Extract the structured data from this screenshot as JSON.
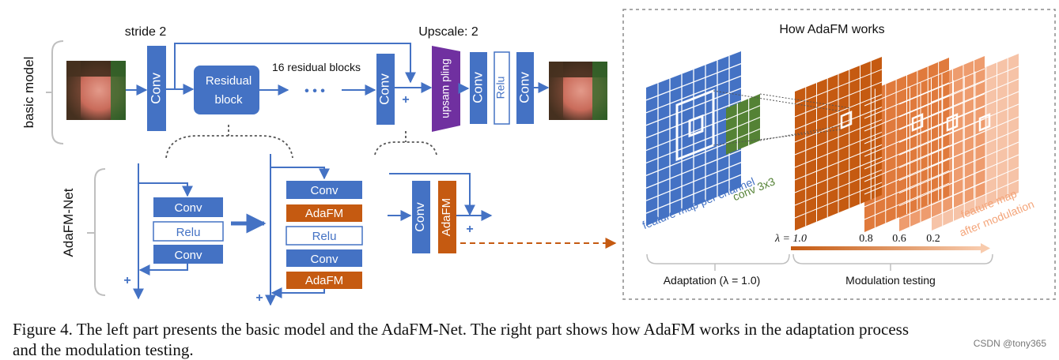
{
  "basic_model": {
    "side_label": "basic model",
    "stride_label": "stride 2",
    "conv_label": "Conv",
    "residual_block_label_line1": "Residual",
    "residual_block_label_line2": "block",
    "residual_count_label": "16 residual blocks",
    "ellipsis": "• • •",
    "conv2_label": "Conv",
    "plus_sign": "+",
    "upscale_label": "Upscale: 2",
    "upsampling_label": "upsam pling",
    "conv3_label": "Conv",
    "relu_label": "Relu",
    "conv4_label": "Conv"
  },
  "adafm_net": {
    "side_label": "AdaFM-Net",
    "block1": {
      "conv_a": "Conv",
      "relu": "Relu",
      "conv_b": "Conv",
      "plus_sign": "+"
    },
    "block2": {
      "conv_a": "Conv",
      "adafm_a": "AdaFM",
      "relu": "Relu",
      "conv_b": "Conv",
      "adafm_b": "AdaFM",
      "plus_sign": "+"
    },
    "block3": {
      "conv": "Conv",
      "adafm": "AdaFM",
      "plus_sign": "+"
    }
  },
  "how_it_works": {
    "title": "How AdaFM works",
    "feature_map_label": "feature map per channel",
    "conv_label": "conv 3x3",
    "after_modulation_label_line1": "feature map",
    "after_modulation_label_line2": "after modulation",
    "lambda_prefix": "λ = 1.0",
    "lambda_values": [
      "0.8",
      "0.6",
      "0.2"
    ],
    "adaptation_label": "Adaptation (λ = 1.0)",
    "modulation_label": "Modulation testing"
  },
  "caption": {
    "line1": "Figure 4.  The left part presents the basic model and the AdaFM-Net. The right part shows how AdaFM works in the adaptation process",
    "line2": "and the modulation testing."
  },
  "watermark": "CSDN @tony365",
  "colors": {
    "conv_blue": "#4472c4",
    "adafm_orange": "#c55a11",
    "relu_border": "#4472c4",
    "upsampling_purple": "#7030a0",
    "arrow_blue": "#4472c4",
    "conv3x3_green": "#548235",
    "grid_blue": "#4472c4",
    "orange_dark": "#c55a11",
    "orange_mid": "#e07a3c",
    "orange_light": "#ee9c6e",
    "orange_pale": "#f6c3a7",
    "dashed_gray": "#888888",
    "bracket_gray": "#bbbbbb"
  }
}
